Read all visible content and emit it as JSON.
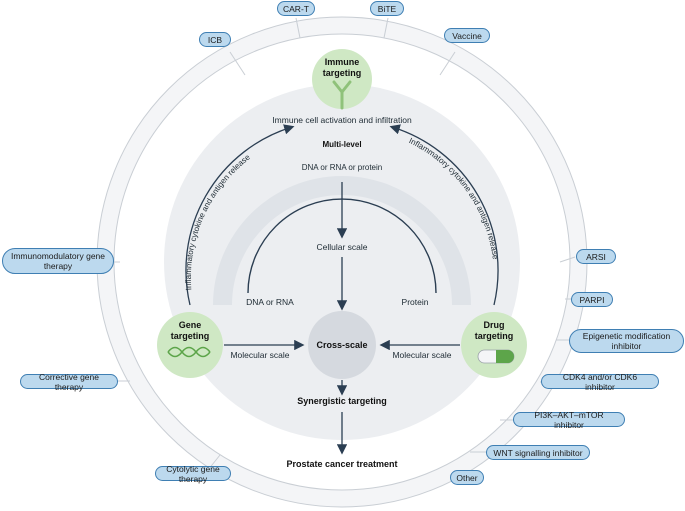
{
  "center": {
    "immune_cell": "Immune cell activation and infiltration",
    "multi_level": "Multi-level",
    "dna_rna_protein": "DNA or RNA or protein",
    "cellular_scale": "Cellular scale",
    "dna_or_rna": "DNA or RNA",
    "protein": "Protein",
    "cross_scale": "Cross-scale",
    "molecular_scale_left": "Molecular scale",
    "molecular_scale_right": "Molecular scale",
    "synergistic": "Synergistic targeting",
    "treatment": "Prostate cancer treatment",
    "arc_left": "Inflammatory cytokine and antigen release",
    "arc_right": "Inflammatory cytokine and antigen release"
  },
  "nodes": {
    "immune": "Immune\ntargeting",
    "gene": "Gene\ntargeting",
    "drug": "Drug\ntargeting"
  },
  "immune_pills": [
    "ICB",
    "CAR-T",
    "BiTE",
    "Vaccine"
  ],
  "gene_pills": [
    "Immunomodulatory gene therapy",
    "Corrective gene therapy",
    "Cytolytic gene therapy"
  ],
  "drug_pills": [
    "ARSI",
    "PARPI",
    "Epigenetic modification inhibitor",
    "CDK4 and/or CDK6 inhibitor",
    "PI3K–AKT–mTOR inhibitor",
    "WNT signalling inhibitor",
    "Other"
  ],
  "colors": {
    "ring_fill": "#eceef1",
    "inner_disc": "#dfe3e8",
    "node_green": "#cfe8c4",
    "pill_fill": "#bcd9ee",
    "pill_border": "#3f7fb3",
    "arrow": "#2b3e52"
  },
  "icons": [
    "antibody-icon",
    "dna-icon",
    "pill-capsule-icon"
  ]
}
